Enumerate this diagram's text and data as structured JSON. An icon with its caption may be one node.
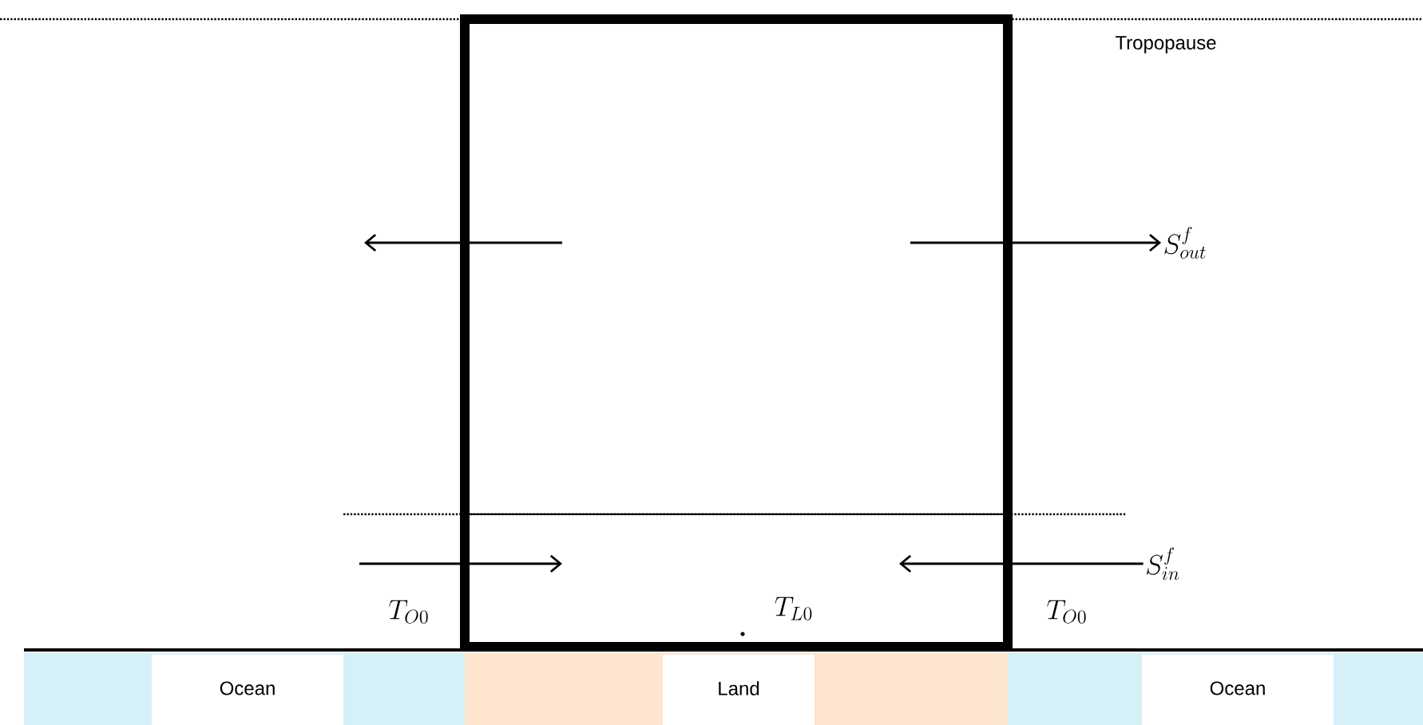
{
  "diagram": {
    "nodes": [
      {
        "text": [],
        "shape": "box"
      },
      {
        "text": [
          "S^{f}_{out}"
        ]
      },
      {
        "text": [
          "S^{f}_{in}"
        ]
      },
      {
        "text": [
          "Ocean"
        ]
      },
      {
        "text": [
          "Land"
        ]
      },
      {
        "text": [
          "Ocean"
        ]
      }
    ],
    "edges": [
      {
        "from": 0,
        "to": null,
        "arrow": "to"
      },
      {
        "from": 0,
        "to": 1,
        "arrow": "to"
      },
      {
        "from": null,
        "to": 0,
        "arrow": "to"
      },
      {
        "from": 2,
        "to": 0,
        "arrow": "to"
      }
    ],
    "labels": [
      "Tropopause",
      "T_{O0}",
      "T_{L0}",
      "T_{O0}"
    ]
  }
}
